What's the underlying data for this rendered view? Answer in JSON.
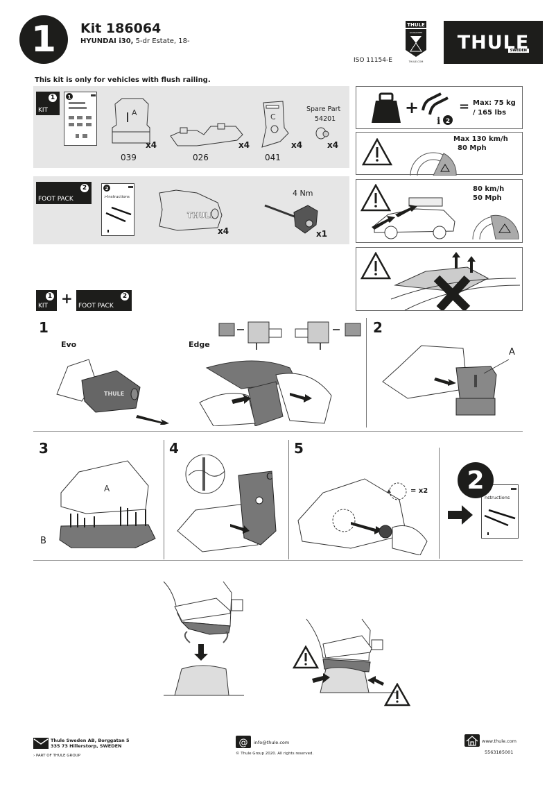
{
  "header": {
    "step_number": "1",
    "kit_title": "Kit 186064",
    "vehicle_make": "HYUNDAI i30,",
    "vehicle_detail": " 5-dr Estate, 18-",
    "iso": "ISO 11154-E",
    "guarantee_badge": {
      "brand": "THULE",
      "label": "GUARANTEE",
      "url": "THULE.COM"
    },
    "logo": {
      "brand": "THULE",
      "tagline": "SWEDEN"
    }
  },
  "notice": "This kit is only for vehicles with flush railing.",
  "kit_pack": {
    "pack_number": "1",
    "pack_label": "KIT",
    "parts": [
      {
        "code": "039",
        "qty": "x4",
        "letter": "A"
      },
      {
        "code": "026",
        "qty": "x4",
        "letter": ""
      },
      {
        "code": "041",
        "qty": "x4",
        "letter": "C"
      },
      {
        "code": "Spare Part\n54201",
        "code_line1": "Spare Part",
        "code_line2": "54201",
        "qty": "x4"
      }
    ],
    "doc_number": "1"
  },
  "foot_pack": {
    "pack_number": "2",
    "pack_label": "FOOT PACK",
    "doc_number": "2",
    "doc_label": ">Instructions",
    "foot_brand": "THULE",
    "foot_qty": "x4",
    "tool_torque": "4 Nm",
    "tool_qty": "x1"
  },
  "warnings": {
    "load": {
      "operator_plus": "+",
      "operator_eq": "=",
      "info_num": "2",
      "max_line1": "Max: 75 kg",
      "max_line2": "/ 165 lbs"
    },
    "speed": {
      "line1": "Max  130 km/h",
      "line2": "80 Mph"
    },
    "load_speed": {
      "line1": "80 km/h",
      "line2": "50 Mph"
    },
    "roof": {
      "mark": "X"
    }
  },
  "combo": {
    "kit_num": "1",
    "kit_label": "KIT",
    "plus": "+",
    "foot_num": "2",
    "foot_label": "FOOT PACK"
  },
  "steps": [
    {
      "number": "1",
      "labels": [
        "Evo",
        "Edge"
      ]
    },
    {
      "number": "2",
      "callout": "A"
    },
    {
      "number": "3",
      "callout": "B"
    },
    {
      "number": "4",
      "callout": "C"
    },
    {
      "number": "5",
      "note": "= x2"
    },
    {
      "number": "2",
      "doc_label": "nstructions"
    }
  ],
  "footer": {
    "address_line1": "Thule Sweden AB, Borggatan 5",
    "address_line2": "335 73 Hillerstorp, SWEDEN",
    "group": "PART OF THULE GROUP",
    "email": "info@thule.com",
    "copyright": "© Thule Group 2020. All rights reserved.",
    "website": "www.thule.com",
    "doc_number": "5563185001"
  }
}
